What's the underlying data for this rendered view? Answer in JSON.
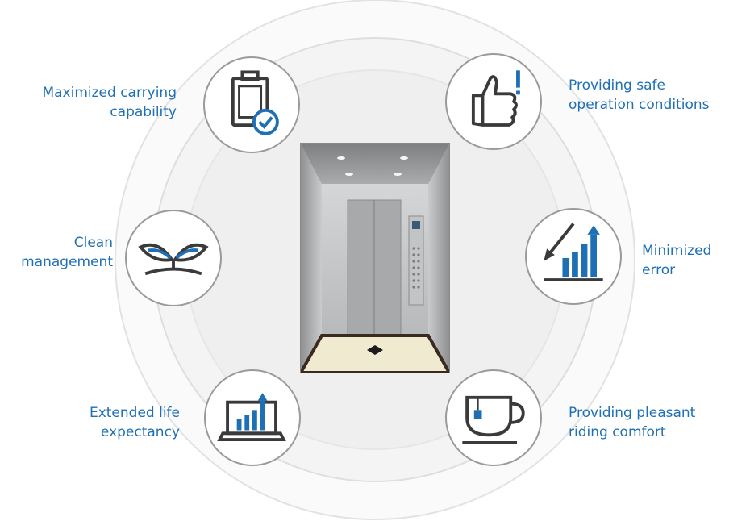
{
  "colors": {
    "accent": "#1f6fb4",
    "icon_dark": "#3a3a3a",
    "ring": "#e3e3e3"
  },
  "features": [
    {
      "id": "carrying",
      "icon": "clipboard-check-icon",
      "label": "Maximized carrying\ncapability"
    },
    {
      "id": "safe",
      "icon": "thumbs-up-icon",
      "label": "Providing safe\noperation conditions"
    },
    {
      "id": "clean",
      "icon": "sprout-icon",
      "label": "Clean\nmanagement"
    },
    {
      "id": "error",
      "icon": "rising-chart-icon",
      "label": "Minimized\nerror"
    },
    {
      "id": "life",
      "icon": "laptop-chart-icon",
      "label": "Extended life\nexpectancy"
    },
    {
      "id": "comfort",
      "icon": "tea-cup-icon",
      "label": "Providing pleasant\nriding comfort"
    }
  ]
}
